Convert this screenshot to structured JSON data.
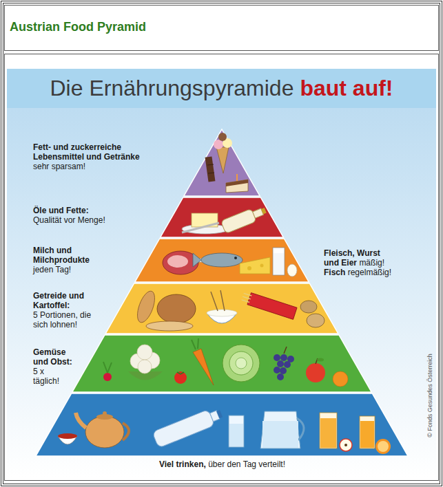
{
  "diagram": {
    "title": "Austrian Food Pyramid",
    "nodes": [
      {
        "text": [
          "Die Ernährungspyramide",
          "baut auf!"
        ]
      },
      {
        "text": [
          "Fett- und zuckerreiche Lebensmittel und Getränke",
          "sehr sparsam!"
        ]
      },
      {
        "text": [
          "Öle und Fette:",
          "Qualität vor Menge!"
        ]
      },
      {
        "text": [
          "Milch und Milchprodukte",
          "jeden Tag!",
          "Fleisch, Wurst und Eier",
          "mäßig!",
          "Fisch",
          "regelmäßig!"
        ]
      },
      {
        "text": [
          "Getreide und Kartoffel:",
          "5 Portionen, die sich lohnen!"
        ]
      },
      {
        "text": [
          "Gemüse und Obst:",
          "5 x täglich!"
        ]
      },
      {
        "text": [
          "Viel trinken,",
          "über den Tag verteilt!"
        ]
      }
    ],
    "labels": [
      "© Fonds Gesundes Österreich"
    ]
  }
}
